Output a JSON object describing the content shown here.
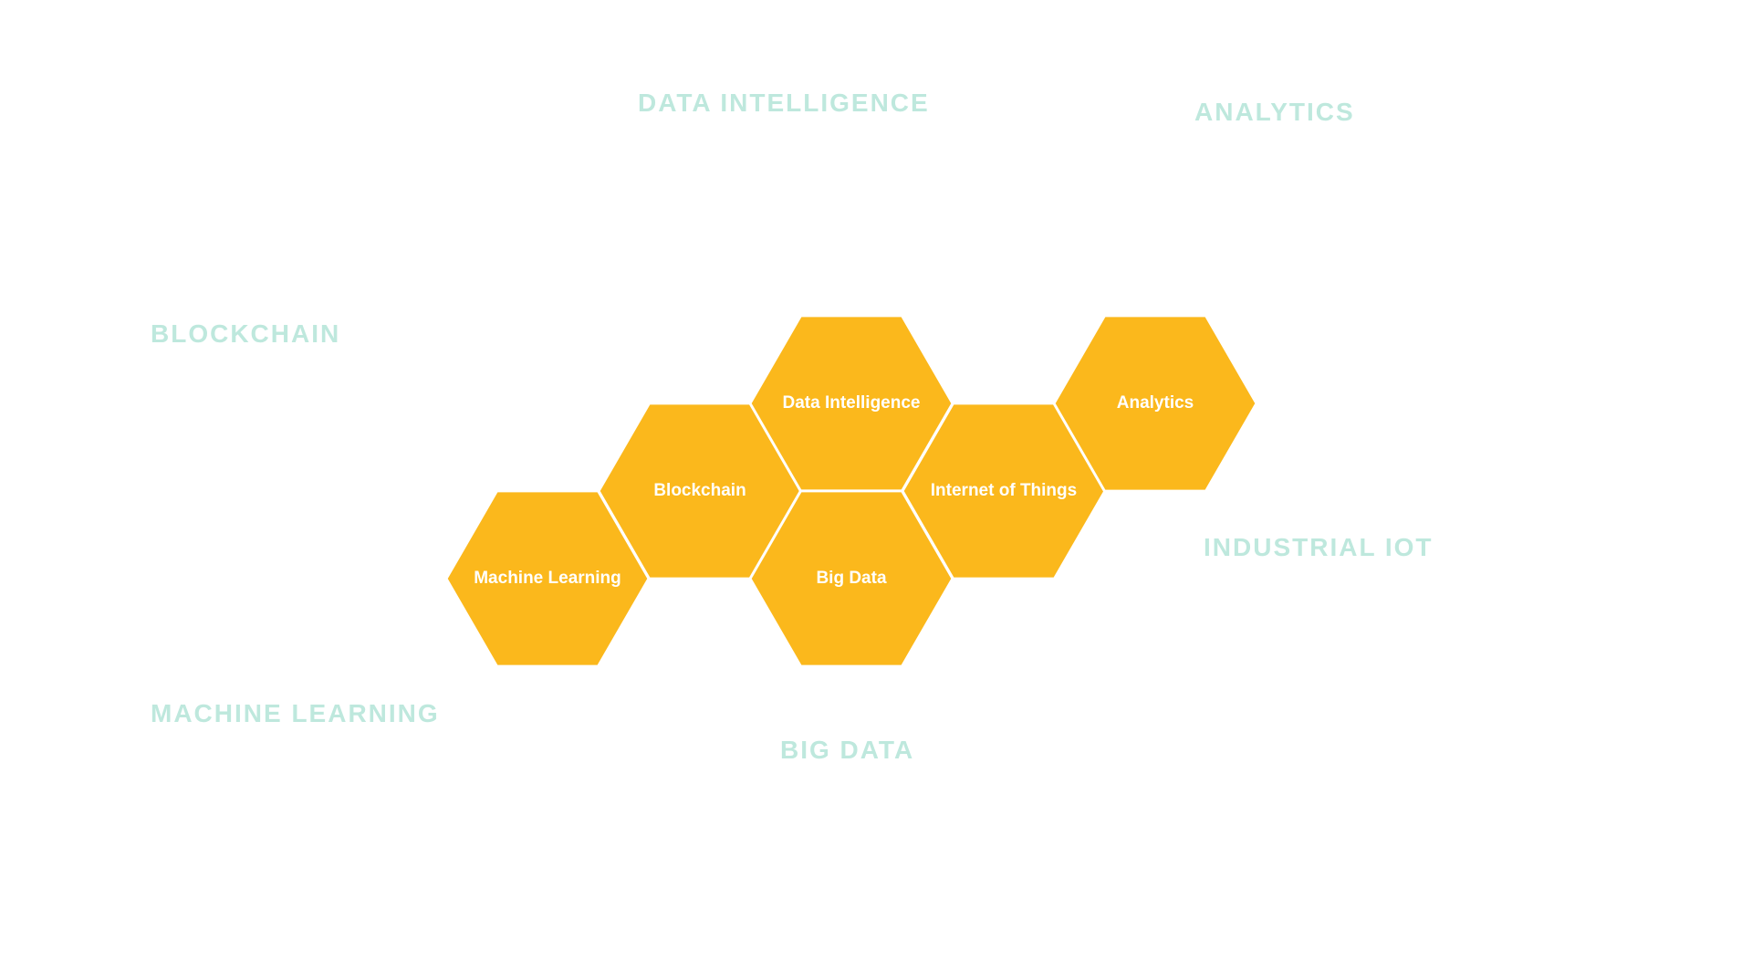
{
  "colors": {
    "hex_fill": "#FBB81C",
    "heading_text": "#BEE8DD",
    "hex_text": "#FFFFFF",
    "background": "#FFFFFF"
  },
  "headings": {
    "data_intelligence": "DATA INTELLIGENCE",
    "analytics": "ANALYTICS",
    "blockchain": "BLOCKCHAIN",
    "industrial_iot": "INDUSTRIAL IOT",
    "machine_learning": "MACHINE LEARNING",
    "big_data": "BIG DATA"
  },
  "hexagons": [
    {
      "id": "machine-learning",
      "label": "Machine Learning"
    },
    {
      "id": "blockchain",
      "label": "Blockchain"
    },
    {
      "id": "data-intelligence",
      "label": "Data Intelligence"
    },
    {
      "id": "big-data",
      "label": "Big Data"
    },
    {
      "id": "internet-of-things",
      "label": "Internet of Things"
    },
    {
      "id": "analytics",
      "label": "Analytics"
    }
  ]
}
